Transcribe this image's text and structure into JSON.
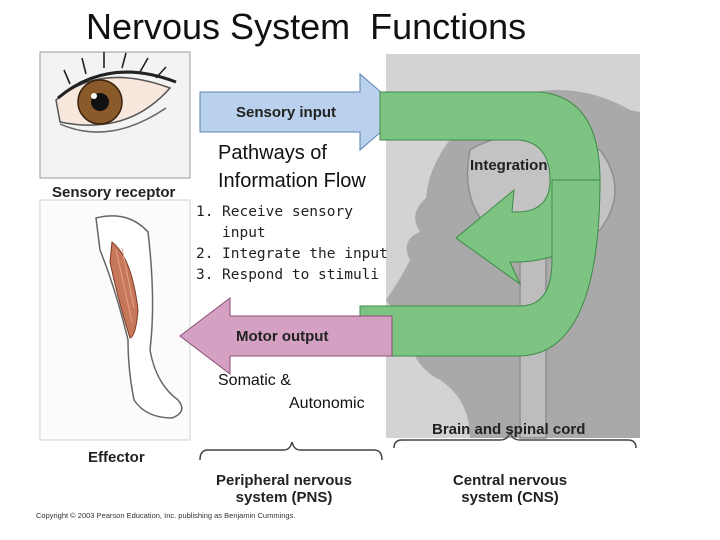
{
  "title": "Nervous System  Functions",
  "labels": {
    "sensory_input": "Sensory input",
    "integration": "Integration",
    "motor_output": "Motor output",
    "sensory_receptor": "Sensory receptor",
    "effector": "Effector",
    "brain_spinal": "Brain and spinal cord",
    "pns_line1": "Peripheral nervous",
    "pns_line2": "system (PNS)",
    "cns_line1": "Central nervous",
    "cns_line2": "system (CNS)"
  },
  "overlay": {
    "pathways_line1": "Pathways of",
    "pathways_line2": "Information Flow",
    "list": [
      {
        "num": "1.",
        "text": "Receive sensory input"
      },
      {
        "num": "2.",
        "text": "Integrate the input"
      },
      {
        "num": "3.",
        "text": "Respond to stimuli"
      }
    ],
    "somatic_line1": "Somatic &",
    "somatic_line2": "Autonomic"
  },
  "copyright": "Copyright © 2003 Pearson Education, Inc. publishing as Benjamin Cummings.",
  "colors": {
    "sensory_arrow": "#b9d1ec",
    "motor_arrow": "#d4a1c3",
    "integration_arrow": "#7dc483",
    "head_panel": "#d3d3d3",
    "head_silhouette": "#a9a9a9"
  }
}
